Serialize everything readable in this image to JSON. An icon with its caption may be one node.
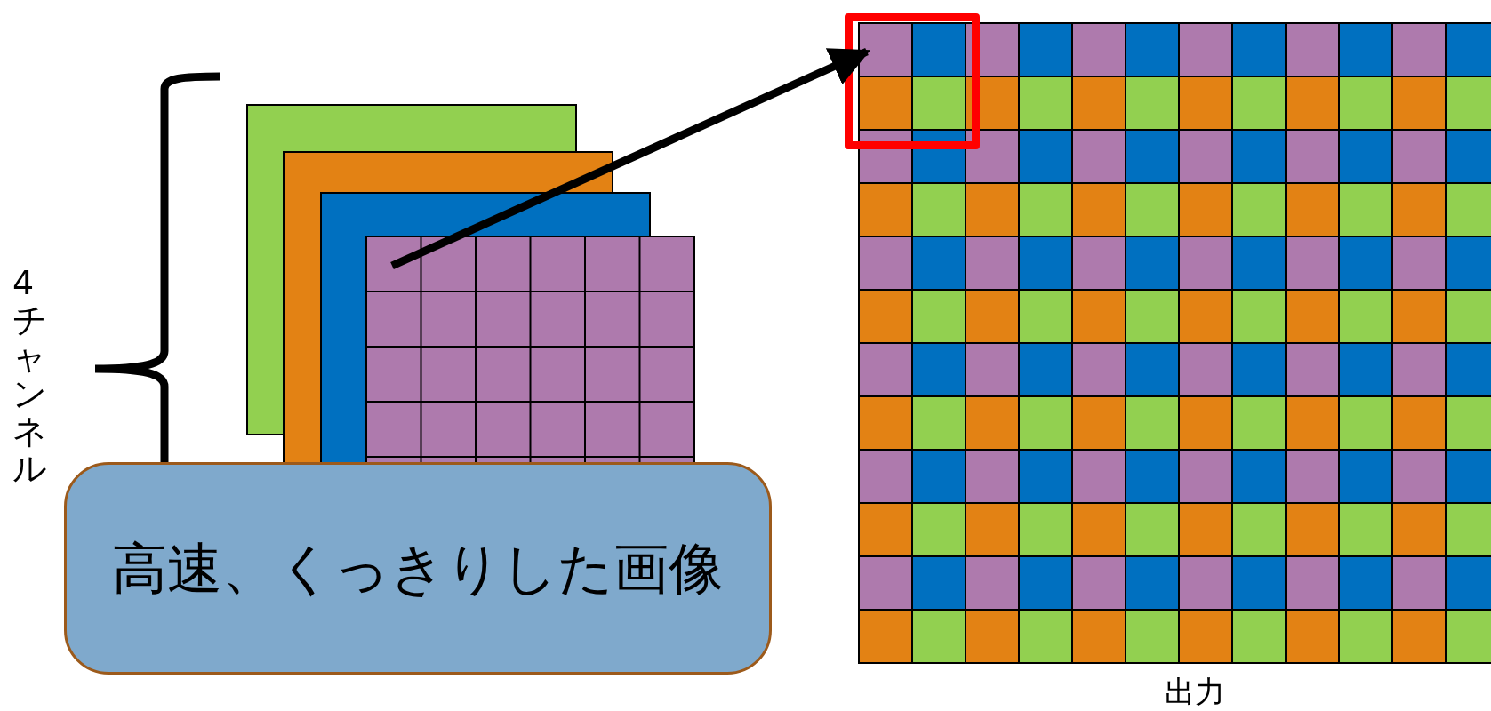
{
  "diagram": {
    "nodes": [
      {
        "text": [
          "高速、くっきりした画像"
        ]
      },
      {
        "text": [],
        "shape": "box"
      },
      {
        "text": [],
        "shape": "box"
      }
    ],
    "edges": [
      {
        "from": 1,
        "to": 2,
        "arrow": "to"
      }
    ],
    "labels": [
      "4チャンネル",
      "出力"
    ]
  }
}
